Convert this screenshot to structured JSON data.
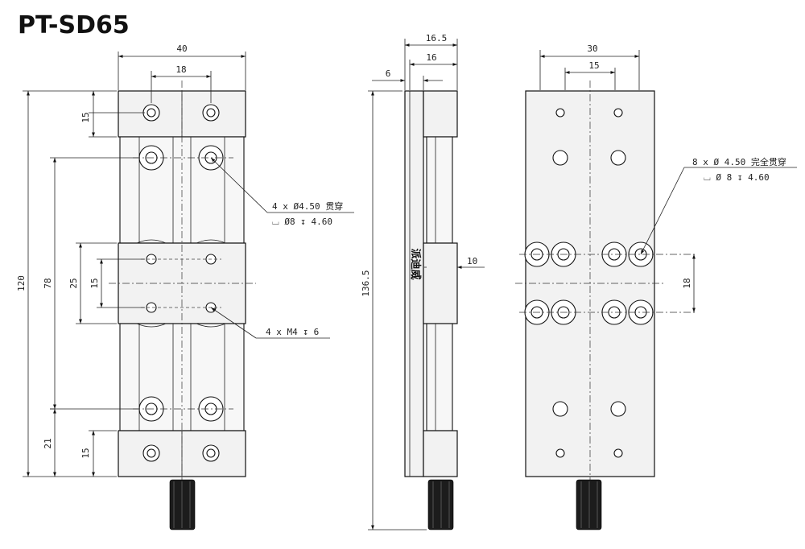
{
  "title": "PT-SD65",
  "front_view": {
    "dims": {
      "width": "40",
      "hole_spacing": "18",
      "end_block": "15",
      "total_height": "120",
      "mount_spacing": "78",
      "carriage": "25",
      "carriage_holes": "15",
      "bottom_offset": "21",
      "bottom_block": "15"
    },
    "callout_holes": {
      "line1": "4 x Ø4.50 贯穿",
      "line2": "⌴ Ø8 ↧ 4.60"
    },
    "callout_threads": "4 x M4 ↧ 6"
  },
  "side_view": {
    "dims": {
      "overall_depth": "16.5",
      "depth": "16",
      "base": "6",
      "height": "136.5",
      "carriage_gap": "10"
    },
    "brand_mark": "派迪威"
  },
  "back_view": {
    "dims": {
      "width": "30",
      "hole_spacing": "15",
      "row_spacing": "18"
    },
    "callout_holes": {
      "line1": "8 x Ø 4.50 完全贯穿",
      "line2": "⌴ Ø 8 ↧ 4.60"
    }
  }
}
